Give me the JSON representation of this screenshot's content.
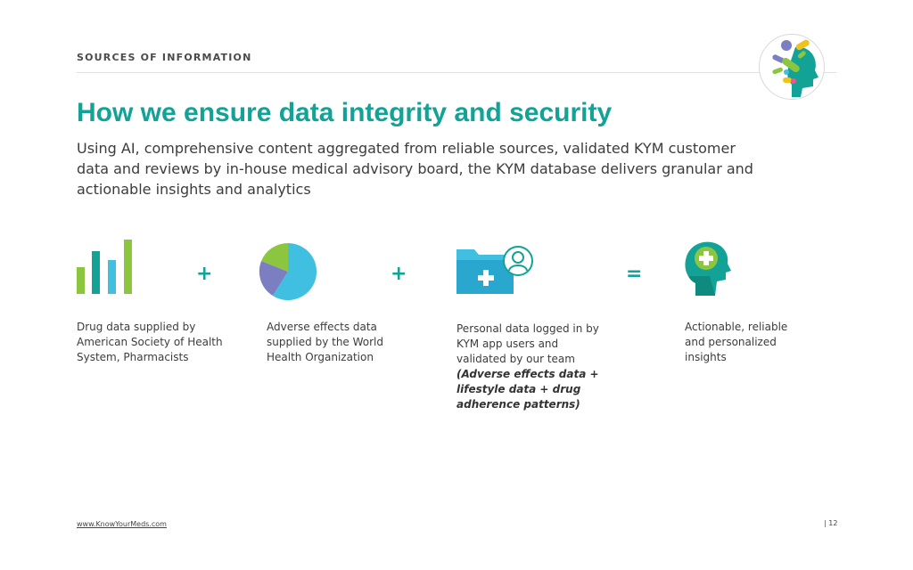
{
  "header": {
    "section_label": "SOURCES OF INFORMATION",
    "logo_icon": "head-with-pills-logo"
  },
  "title": "How we ensure data integrity and security",
  "subtitle": "Using AI, comprehensive content aggregated from reliable sources, validated KYM customer data and reviews by in-house medical advisory board, the KYM database delivers granular and actionable insights and analytics",
  "flow": {
    "operators": {
      "plus_1": "+",
      "plus_2": "+",
      "equals": "="
    },
    "items": [
      {
        "icon": "bar-chart-icon",
        "caption": "Drug data supplied by American Society of Health System, Pharmacists"
      },
      {
        "icon": "pie-chart-icon",
        "caption": "Adverse effects data supplied by the World Health Organization"
      },
      {
        "icon": "medical-folder-user-icon",
        "caption": "Personal data logged in by KYM app users and validated by our team",
        "note": "(Adverse effects data + lifestyle data + drug adherence patterns)"
      },
      {
        "icon": "head-plus-icon",
        "caption": "Actionable, reliable and personalized insights"
      }
    ]
  },
  "colors": {
    "teal": "#12a396",
    "green": "#8cc63f",
    "blue": "#41bfe0",
    "purple": "#7b7ec1",
    "rule": "#f2e3a8"
  },
  "footer": {
    "link": "www.KnowYourMeds.com",
    "page_number": "| 12"
  }
}
